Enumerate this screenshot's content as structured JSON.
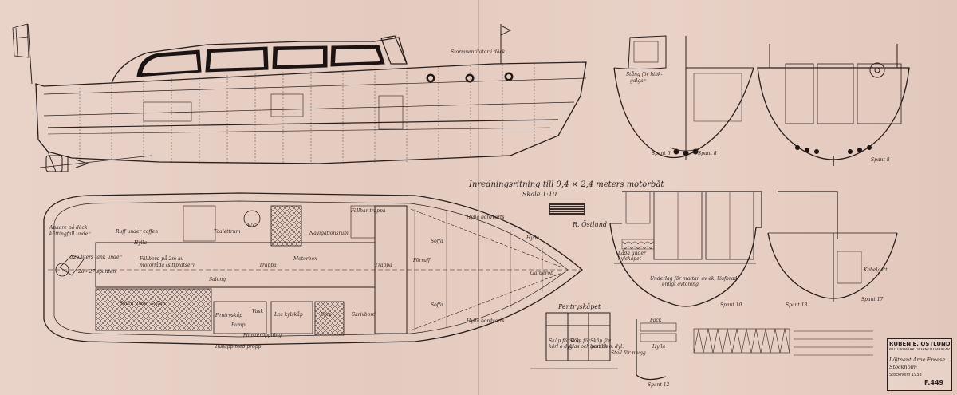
{
  "drawing": {
    "title": "Inredningsritning till 9,4 × 2,4 meters motorbåt",
    "scale": "Skala 1:10",
    "signature": "R. Östlund"
  },
  "profile_labels": {
    "stormventilator": "Stormventilator i däck"
  },
  "plan_labels": {
    "ankare": "Ankare på däck",
    "kattingall": "kättingfall under",
    "ruff": "Ruff under coffen",
    "tank": "526 liters tank under",
    "tank_sub": "28 - 27 spanten",
    "pallbord": "Fällbord på 2m av",
    "pallbord_sub": "motorlåda (sittplatser)",
    "toalettrum": "Toalettrum",
    "wc": "W.C.",
    "navigation": "Navigationsrum",
    "hylla_top": "Hylla bordvarts",
    "hylla_bottom": "Hylla bordvarts",
    "hylla_side": "Hylla",
    "soffa_top": "Soffa",
    "soffa_bottom": "Soffa",
    "motorbox": "Motorbox",
    "trappa": "Trappa",
    "trappa2": "Trappa",
    "salong": "Salong",
    "forruff": "Förruff",
    "garderob": "Garderob",
    "sofor": "Säten under soffan",
    "pentry": "Pentryskåp",
    "vask": "Vask",
    "los_kylskap": "Los kylskåp",
    "spis": "Spis",
    "skrivbord": "Skrivbord",
    "fonsteroppning": "Fönsteröppning",
    "pump": "Pump",
    "insprutning": "Insläpp med propp",
    "falltrappor": "Fällbar trappa",
    "hylla_mid": "Hylla"
  },
  "sections": {
    "spant6": "Spant 6",
    "spant8a": "Spant 8",
    "spant8b": "Spant 8",
    "spant10": "Spant 10",
    "spant13": "Spant 13",
    "spant17": "Spant 17",
    "spant12": "Spant 12",
    "stang_hinkar": "Stång för hink-",
    "stang_hinkar2": "galgar",
    "lada_kylskap": "Låda under",
    "lada_kylskap2": "kylskåpet",
    "underlag": "Underlag för mattan av ek, lösfbrad",
    "underlag2": "enligt avtoning",
    "kabelgatt": "Kabelgatt"
  },
  "pentry_detail": {
    "title": "Pentryskåpet",
    "skap_koksgrejer": "Skåp för kök-",
    "skap_koksgrejer2": "kärl o dyl.",
    "skap_glas": "Skåp för",
    "skap_glas2": "glas och porslin",
    "skap_bestick": "Skåp för",
    "skap_bestick2": "bestick o. dyl.",
    "shelf_label": "Stall för mugg",
    "hylla": "Hylla",
    "fack": "Fack"
  },
  "title_block": {
    "company": "RUBEN E. ÖSTLUND",
    "subtitle": "MOTORBÅTAR OCH MOTORBÅTARNAS",
    "owner": "Löjtnant Arne Freese",
    "city": "Stockholm",
    "number": "F.449",
    "date": "Stockholm 1938"
  },
  "colors": {
    "paper": "#e6cdc2",
    "ink": "#2a1f1c",
    "fill_dark": "#1c1412"
  }
}
